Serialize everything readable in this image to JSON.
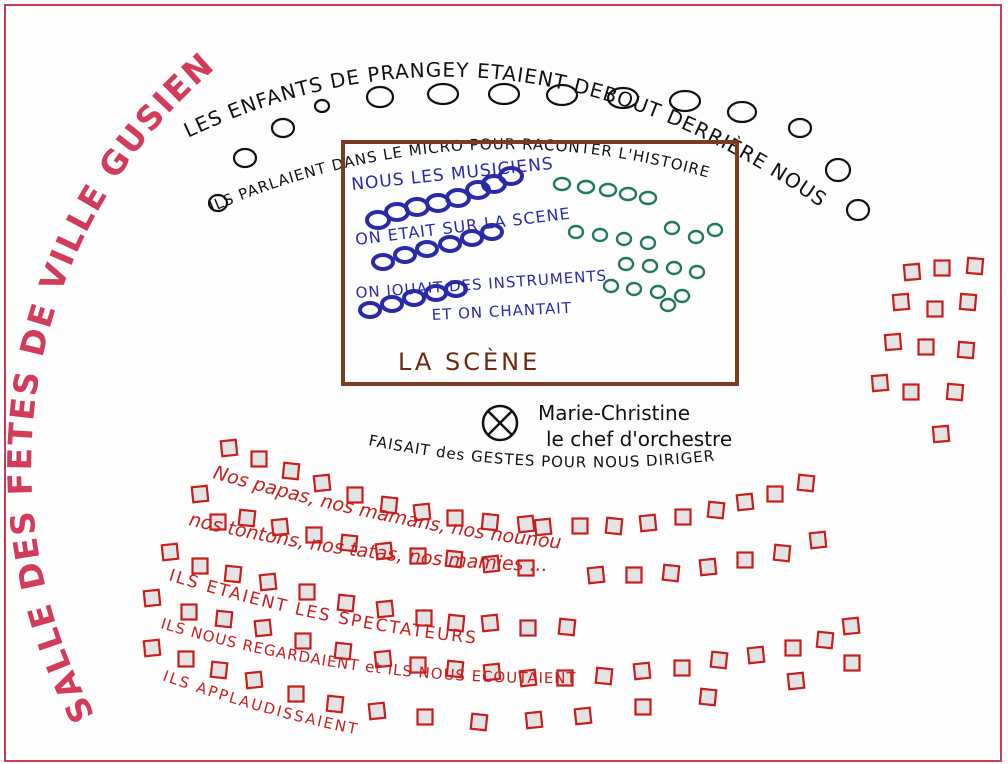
{
  "colors": {
    "frame": "#c83c5a",
    "salle_text": "#d23c5a",
    "ink_black": "#111111",
    "ink_blue": "#2a2aa8",
    "ink_green": "#1f7a5a",
    "ink_red": "#c81e1e",
    "stage_border": "#7a3b22",
    "stage_label": "#6b2a10",
    "seat_fill": "#e3e3e3"
  },
  "salle": {
    "salle": "SALLE",
    "des": "DES",
    "fetes": "FETES",
    "de": "DE",
    "ville_gusien": "VILLE GUSIEN"
  },
  "top": {
    "line1": "LES ENFANTS DE PRANGEY ETAIENT DEBOUT DERRIÈRE NOUS",
    "line2": "ILS PARLAIENT DANS LE MICRO POUR RACONTER L'HISTOIRE"
  },
  "stage": {
    "label": "LA SCÈNE",
    "musicians": [
      "NOUS LES MUSICIENS",
      "ON ETAIT SUR LA SCENE",
      "ON JOUAIT DES INSTRUMENTS",
      "ET ON CHANTAIT"
    ]
  },
  "conductor": {
    "name": "Marie-Christine",
    "role": "le chef d'orchestre",
    "action": "FAISAIT des GESTES POUR NOUS DIRIGER"
  },
  "audience": {
    "lines": [
      "Nos papas, nos mamans, nos nounous",
      "nos tontons, nos tatas, nos mamies ...",
      "ILS ETAIENT LES SPECTATEURS",
      "ILS NOUS REGARDAIENT et ILS NOUS ECOUTAIENT",
      "ILS APPLAUDISSAIENT"
    ]
  }
}
